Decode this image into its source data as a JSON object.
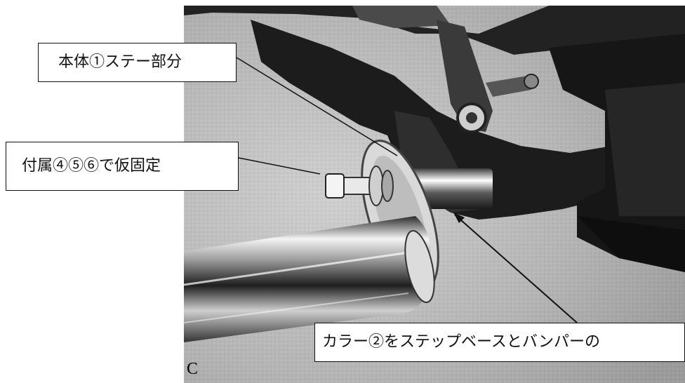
{
  "photo": {
    "subject": "motorcycle bumper mounting step"
  },
  "callouts": {
    "main_stay": "本体①ステー部分",
    "temporary_fix": "付属④⑤⑥で仮固定",
    "collar_note": "カラー②をステップベースとバンパーの"
  },
  "panel_label": "C",
  "colors": {
    "callout_border": "#111111",
    "callout_bg": "#ffffff",
    "leader_line": "#111111"
  }
}
